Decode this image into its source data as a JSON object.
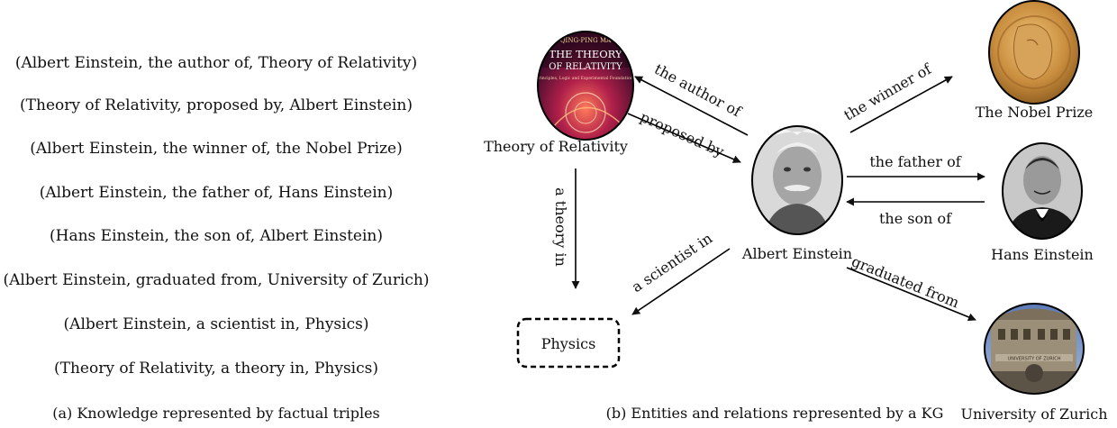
{
  "triples": [
    "(Albert Einstein, the author of, Theory of Relativity)",
    "(Theory of Relativity, proposed by, Albert Einstein)",
    "(Albert Einstein, the winner of, the Nobel Prize)",
    "(Albert Einstein, the father of, Hans Einstein)",
    "(Hans Einstein, the son of, Albert Einstein)",
    "(Albert Einstein, graduated from, University of Zurich)",
    "(Albert Einstein, a scientist in, Physics)",
    "(Theory of Relativity, a theory in, Physics)"
  ],
  "captions": {
    "left": "(a) Knowledge represented by factual triples",
    "right": "(b) Entities and relations represented by a KG"
  },
  "entities": {
    "einstein": "Albert Einstein",
    "theory": "Theory of Relativity",
    "nobel": "The Nobel Prize",
    "hans": "Hans Einstein",
    "zurich": "University of Zurich",
    "physics": "Physics"
  },
  "relations": {
    "author_of": "the author of",
    "proposed_by": "proposed by",
    "winner_of": "the winner of",
    "father_of": "the father of",
    "son_of": "the son of",
    "graduated_from": "graduated from",
    "scientist_in": "a scientist in",
    "theory_in": "a theory in"
  },
  "book_cover": {
    "author": "QING-PING MA",
    "title_line1": "THE THEORY",
    "title_line2": "OF RELATIVITY",
    "subtitle": "Principles, Logic and Experimental Foundations"
  },
  "building_sign": "UNIVERSITY OF ZURICH"
}
